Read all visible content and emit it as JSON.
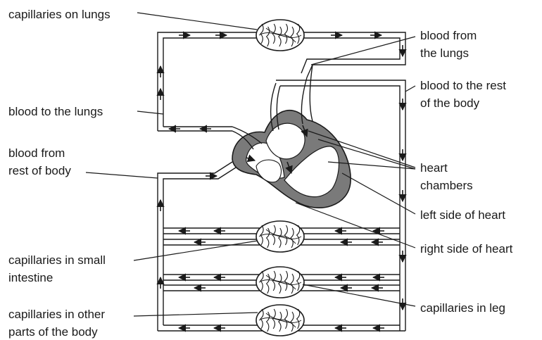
{
  "labels": {
    "capillaries_lungs": "capillaries on lungs",
    "blood_from_lungs": [
      "blood from",
      "the lungs"
    ],
    "blood_to_body": [
      "blood to the rest",
      "of the body"
    ],
    "blood_to_lungs": "blood to the lungs",
    "blood_from_body": [
      "blood from",
      "rest of body"
    ],
    "heart_chambers": [
      "heart",
      "chambers"
    ],
    "left_side": "left side of heart",
    "right_side": "right side of heart",
    "capillaries_intestine": [
      "capillaries in small",
      "intestine"
    ],
    "capillaries_leg": "capillaries in leg",
    "capillaries_other": [
      "capillaries in other",
      "parts of the body"
    ]
  },
  "colors": {
    "line": "#1a1a1a",
    "wall": "#7a7a7a",
    "text": "#1a1a1a"
  }
}
